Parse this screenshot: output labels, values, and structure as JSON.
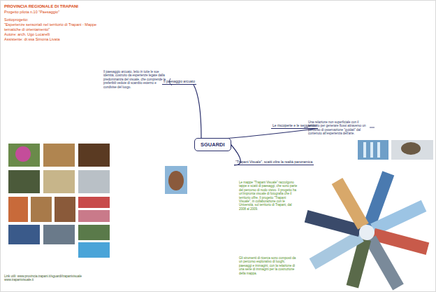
{
  "diagram": {
    "title": "PROVINCIA REGIONALE DI TRAPANI",
    "nodes": [
      {
        "text": [
          "SGUARDI"
        ]
      },
      {
        "text": [
          "Il paesaggio arcuato"
        ]
      },
      {
        "text": [
          "Le riscoperte e le sensazioni"
        ]
      },
      {
        "text": [
          "\"Trapani Visuale\", scatti oltre la realtà panoramica"
        ]
      }
    ],
    "edges": [
      {
        "from": 0,
        "to": 1,
        "arrow": "none"
      },
      {
        "from": 0,
        "to": 2,
        "arrow": "none"
      },
      {
        "from": 0,
        "to": 3,
        "arrow": "none"
      }
    ],
    "labels": [
      "Progetto pilota n.10 \"Paesaggio\"",
      "Sottoprogetto:",
      "\"Esperienze sensoriali nel territorio di Trapani - Mappe tematiche di orientamento\"",
      "Autore: arch. Ugo Lucarelli",
      "Assistente: dr.ssa Simona Livata",
      "Il paesaggio arcuato, letto in tutte le sue identità, costruito da esperienze legate dalla predominanza del visuale, che comprende le preferibili vedute di scambio esterno e condivise del luogo.",
      "Una relazione non superficiale con il territorio per generare flussi attraverso un percorso di osservazione \"guidati\" dal contenuto all'esperienza dell'arte.",
      "Le mappe \"Trapani Visuale\" raccolgono tappe e scatti di paesaggi, che sono parte del percorso di nodo visivo. Il progetto ha un'impronta visuale di fotografia che il territorio offre. Il progetto \"Trapani Visuale\", in collaborazione con le Università, sul territorio di Trapani, dal 2008 al 2009.",
      "Gli strumenti di ricerca sono composti da un percorso esplorativo di luoghi, paesaggi e immagini, con la relazione di una serie di immagini per la costruzione della mappa.",
      "Link utili: www.provincia.trapani.it/sguardi/trapanivisuale www.trapanivisuale.it"
    ]
  }
}
